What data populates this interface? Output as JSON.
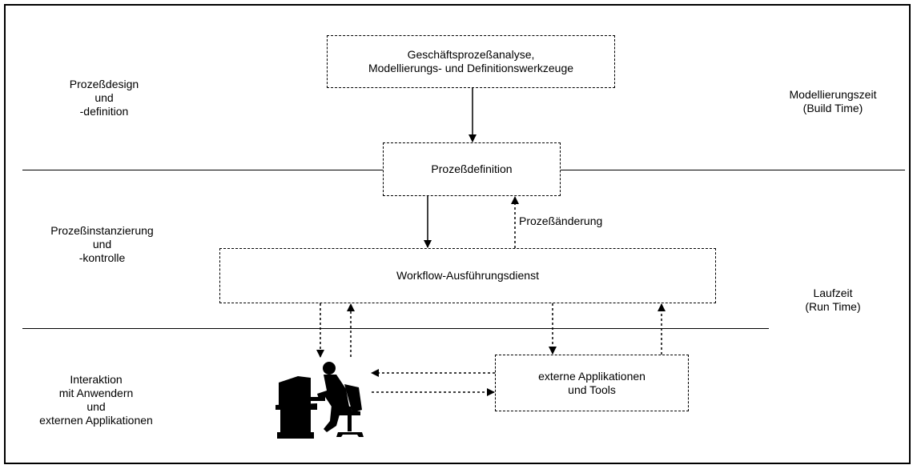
{
  "sections": {
    "design": [
      "Prozeßdesign",
      "und",
      "-definition"
    ],
    "instantiation": [
      "Prozeßinstanzierung",
      "und",
      "-kontrolle"
    ],
    "interaction": [
      "Interaktion",
      "mit Anwendern",
      "und",
      "externen Applikationen"
    ]
  },
  "phases": {
    "build_time": [
      "Modellierungszeit",
      "(Build Time)"
    ],
    "run_time": [
      "Laufzeit",
      "(Run Time)"
    ]
  },
  "boxes": {
    "analysis": [
      "Geschäftsprozeßanalyse,",
      "Modellierungs- und Definitionswerkzeuge"
    ],
    "definition": "Prozeßdefinition",
    "engine": "Workflow-Ausführungsdienst",
    "external": [
      "externe Applikationen",
      "und Tools"
    ]
  },
  "labels": {
    "change": "Prozeßänderung"
  },
  "icons": {
    "user": "person-at-computer-icon"
  }
}
